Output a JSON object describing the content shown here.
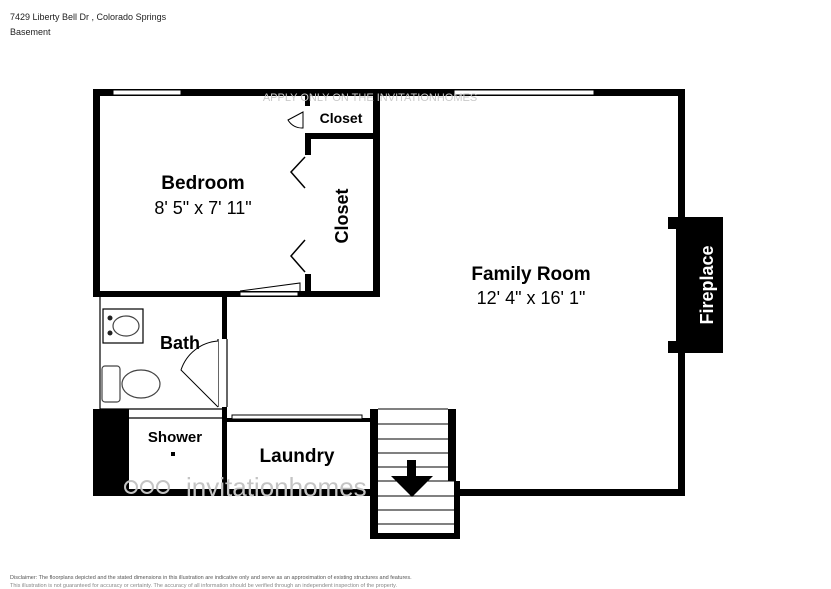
{
  "header": {
    "address": "7429 Liberty Bell Dr , Colorado Springs",
    "floor": "Basement"
  },
  "rooms": {
    "bedroom": {
      "name": "Bedroom",
      "dims": "8' 5\" x 7' 11\""
    },
    "closet_top": {
      "name": "Closet"
    },
    "closet_side": {
      "name": "Closet"
    },
    "family_room": {
      "name": "Family Room",
      "dims": "12' 4\" x 16' 1\""
    },
    "fireplace": {
      "name": "Fireplace"
    },
    "bath": {
      "name": "Bath"
    },
    "shower": {
      "name": "Shower"
    },
    "laundry": {
      "name": "Laundry"
    }
  },
  "watermarks": {
    "top": "APPLY ONLY ON THE INVITATIONHOMES",
    "brand": "invitationhomes"
  },
  "disclaimer": {
    "line1": "Disclaimer: The floorplans depicted and the stated dimensions in this illustration are indicative only and serve as an approximation of existing structures and features.",
    "line2": "This illustration is not guaranteed for accuracy or certainty. The accuracy of all information should be verified through an independent inspection of the property."
  },
  "colors": {
    "wall": "#000000",
    "fixture": "#666666",
    "watermark": "#bdbdbd"
  }
}
